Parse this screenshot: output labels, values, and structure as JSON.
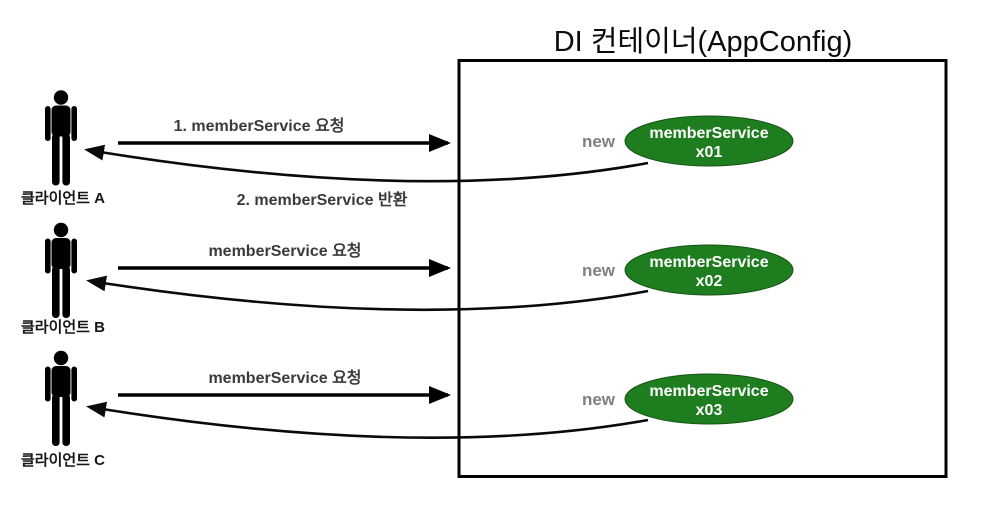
{
  "container": {
    "title": "DI 컨테이너(AppConfig)"
  },
  "rows": [
    {
      "client_label": "클라이언트 A",
      "request_label": "1. memberService 요청",
      "return_label": "2. memberService 반환",
      "new_label": "new",
      "bean_name": "memberService",
      "bean_instance": "x01"
    },
    {
      "client_label": "클라이언트 B",
      "request_label": "memberService 요청",
      "new_label": "new",
      "bean_name": "memberService",
      "bean_instance": "x02"
    },
    {
      "client_label": "클라이언트 C",
      "request_label": "memberService 요청",
      "new_label": "new",
      "bean_name": "memberService",
      "bean_instance": "x03"
    }
  ],
  "colors": {
    "bean_fill": "#1e7d1e",
    "bean_text": "#ffffff",
    "new_label": "#7f7f7f",
    "line": "#000000",
    "flow_label_text": "#3b3b3b"
  }
}
